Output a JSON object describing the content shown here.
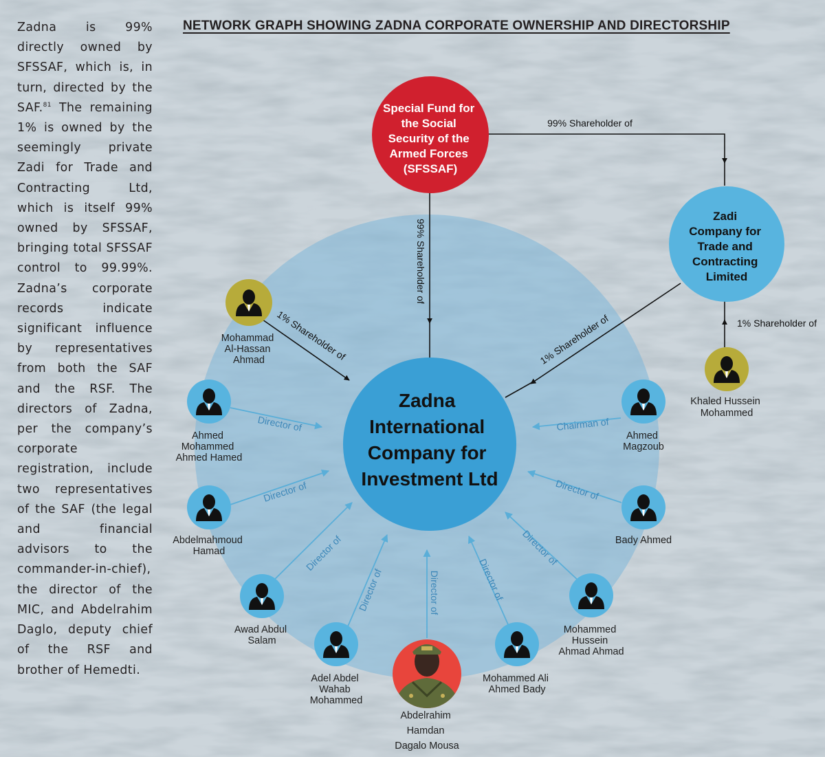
{
  "side_text": {
    "p1": "Zadna is 99% directly owned by SFSSAF, which is, in turn, directed by the SAF.",
    "footnote": "81",
    "p2": " The remaining 1% is owned by the seemingly private Zadi for Trade and Contracting Ltd, which is itself 99% owned by SFSSAF, bringing total SFSSAF control to 99.99%. Zadna’s corporate records indicate significant influence by representatives from both the SAF and the RSF. The directors of Zadna, per the company’s corporate registration, include two representatives of the SAF (the legal and financial advisors to the commander-in-chief), the director of the MIC, and Abdelrahim Daglo, deputy chief of the RSF and brother of Hemedti."
  },
  "title": "NETWORK GRAPH SHOWING ZADNA CORPORATE OWNERSHIP AND DIRECTORSHIP",
  "colors": {
    "sfssaf_red": "#d0202e",
    "entity_blue": "#58b4df",
    "zadna_blue": "#3a9fd5",
    "shareholder_olive": "#b7ab3a",
    "big_circle": "#7eb7d8",
    "arrow_dark": "#111111",
    "edge_blue": "#5aaed8",
    "edge_label_blue": "#3b86b8",
    "face_red": "#e8453c"
  },
  "nodes": {
    "sfssaf": {
      "lines": [
        "Special Fund for",
        "the Social",
        "Security of the",
        "Armed Forces",
        "(SFSSAF)"
      ]
    },
    "zadi": {
      "lines": [
        "Zadi",
        "Company for",
        "Trade and",
        "Contracting",
        "Limited"
      ]
    },
    "zadna": {
      "lines": [
        "Zadna",
        "International",
        "Company for",
        "Investment Ltd"
      ]
    }
  },
  "people": [
    {
      "id": "mohammad-al-hassan",
      "icon": "person-icon",
      "lines": [
        "Mohammad",
        "Al-Hassan",
        "Ahmad"
      ]
    },
    {
      "id": "khaled-hussein",
      "icon": "person-icon",
      "lines": [
        "Khaled Hussein",
        "Mohammed"
      ]
    },
    {
      "id": "ahmed-mohammed-ahmed-hamed",
      "icon": "person-icon",
      "lines": [
        "Ahmed",
        "Mohammed",
        "Ahmed Hamed"
      ]
    },
    {
      "id": "ahmed-magzoub",
      "icon": "person-icon",
      "lines": [
        "Ahmed",
        "Magzoub"
      ]
    },
    {
      "id": "abdelmahmoud-hamad",
      "icon": "person-icon",
      "lines": [
        "Abdelmahmoud",
        "Hamad"
      ]
    },
    {
      "id": "bady-ahmed",
      "icon": "person-icon",
      "lines": [
        "Bady Ahmed"
      ]
    },
    {
      "id": "awad-abdul-salam",
      "icon": "person-icon",
      "lines": [
        "Awad Abdul",
        "Salam"
      ]
    },
    {
      "id": "mohammed-hussein-ahmad",
      "icon": "person-icon",
      "lines": [
        "Mohammed",
        "Hussein",
        "Ahmad Ahmad"
      ]
    },
    {
      "id": "adel-abdel-wahab",
      "icon": "person-icon",
      "lines": [
        "Adel Abdel",
        "Wahab",
        "Mohammed"
      ]
    },
    {
      "id": "mohammed-ali-ahmed-bady",
      "icon": "person-icon",
      "lines": [
        "Mohammed Ali",
        "Ahmed Bady"
      ]
    },
    {
      "id": "abdelrahim-dagalo",
      "icon": "portrait-photo",
      "lines": [
        "Abdelrahim",
        "Hamdan",
        "Dagalo Mousa"
      ]
    }
  ],
  "edges": {
    "sfssaf_zadi": "99% Shareholder of",
    "sfssaf_zadna": "99% Shareholder of",
    "zadi_zadna": "1% Shareholder of",
    "khaled_zadi": "1% Shareholder of",
    "mohammad_zadna": "1% Shareholder of",
    "ahmed_hamed": "Director of",
    "magzoub": "Chairman of",
    "abdelmahmoud": "Director of",
    "bady_ahmed": "Director of",
    "awad": "Director of",
    "mohammed_hussein": "Director of",
    "adel": "Director of",
    "mohammed_ali": "Director of",
    "abdelrahim": "Director of"
  }
}
